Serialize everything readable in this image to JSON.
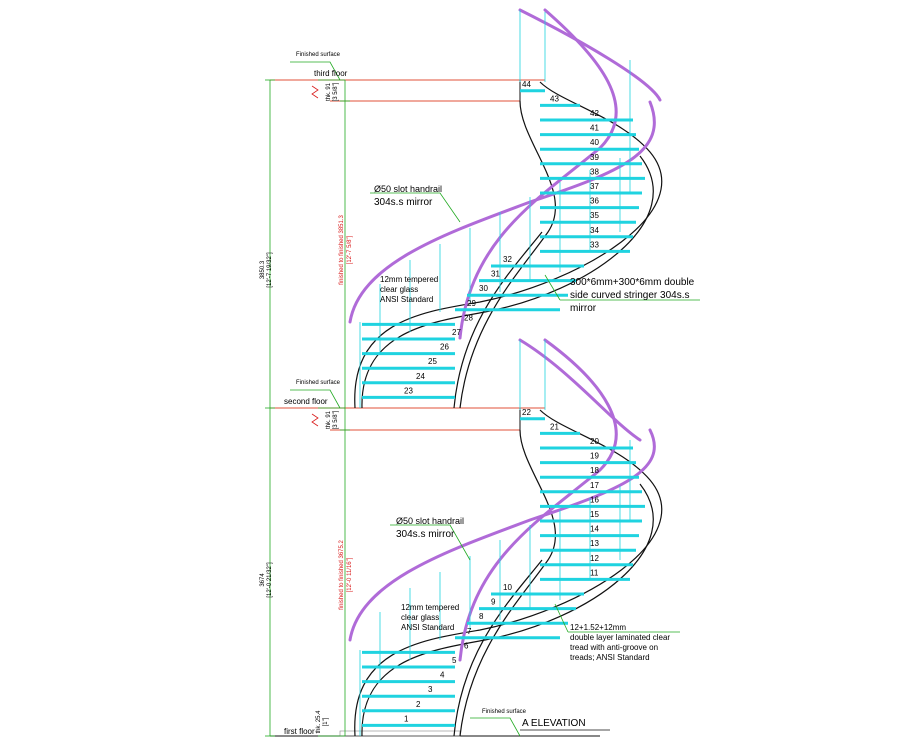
{
  "floors": {
    "third": "third floor",
    "second": "second floor",
    "first": "first floor"
  },
  "finished_surface": "Finished surface",
  "dims": {
    "upper_total": "3850.3",
    "upper_total_imp": "[12'-7 19/32\"]",
    "lower_total": "3674",
    "lower_total_imp": "[12'-0 21/32\"]",
    "upper_finished": "finished to finished 3851.3",
    "upper_finished_imp": "[12'-7 5/8\"]",
    "lower_finished": "finished to finished 3675.2",
    "lower_finished_imp": "[12'-0 11/16\"]",
    "slab_top": "thk. 91",
    "slab_top_imp": "[3 5/8\"]",
    "slab_mid": "thk. 91",
    "slab_mid_imp": "[3 5/8\"]",
    "slab_bottom": "thk. 25.4",
    "slab_bottom_imp": "[1\"]"
  },
  "notes": {
    "handrail_upper_1": "Ø50 slot handrail",
    "handrail_upper_2": "304s.s mirror",
    "handrail_lower_1": "Ø50 slot handrail",
    "handrail_lower_2": "304s.s mirror",
    "glass_upper_1": "12mm tempered",
    "glass_upper_2": "clear glass",
    "glass_upper_3": "ANSI Standard",
    "glass_lower_1": "12mm tempered",
    "glass_lower_2": "clear glass",
    "glass_lower_3": "ANSI Standard",
    "stringer_1": "300*6mm+300*6mm double",
    "stringer_2": "side curved stringer 304s.s",
    "stringer_3": "mirror",
    "tread_1": "12+1.52+12mm",
    "tread_2": "double layer laminated clear",
    "tread_3": "tread with anti-groove on",
    "tread_4": "treads; ANSI Standard"
  },
  "title": "A  ELEVATION",
  "step_numbers": [
    "1",
    "2",
    "3",
    "4",
    "5",
    "6",
    "7",
    "8",
    "9",
    "10",
    "11",
    "12",
    "13",
    "14",
    "15",
    "16",
    "17",
    "18",
    "19",
    "20",
    "21",
    "22",
    "23",
    "24",
    "25",
    "26",
    "27",
    "28",
    "29",
    "30",
    "31",
    "32",
    "33",
    "34",
    "35",
    "36",
    "37",
    "38",
    "39",
    "40",
    "41",
    "42",
    "43",
    "44"
  ],
  "colors": {
    "tread": "#1fd3e0",
    "handrail": "#b06bd8",
    "slab": "#e0523a",
    "dim": "#22aa22",
    "dim_text": "#d91c1c",
    "stringer": "#111111"
  }
}
